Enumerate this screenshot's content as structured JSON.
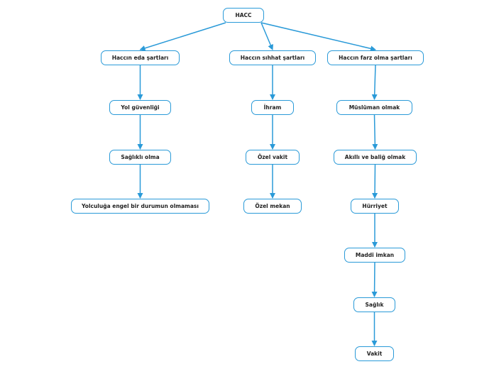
{
  "colors": {
    "accent": "#2a9ad8",
    "text": "#222222"
  },
  "nodes": {
    "root": "HACC",
    "eda": "Haccın eda şartları",
    "sihhat": "Haccın sıhhat şartları",
    "farz": "Haccın farz olma şartları",
    "yol": "Yol güvenliği",
    "saglikli": "Sağlıklı olma",
    "engel": "Yolculuğa engel bir durumun olmaması",
    "ihram": "İhram",
    "ozel_vakit": "Özel vakit",
    "ozel_mekan": "Özel mekan",
    "muslim": "Müslüman olmak",
    "akil": "Akıllı ve baliğ olmak",
    "hurriyet": "Hürriyet",
    "maddi": "Maddi imkan",
    "saglik": "Sağlık",
    "vakit": "Vakit"
  },
  "edges": [
    [
      "root",
      "eda"
    ],
    [
      "root",
      "sihhat"
    ],
    [
      "root",
      "farz"
    ],
    [
      "eda",
      "yol"
    ],
    [
      "yol",
      "saglikli"
    ],
    [
      "saglikli",
      "engel"
    ],
    [
      "sihhat",
      "ihram"
    ],
    [
      "ihram",
      "ozel_vakit"
    ],
    [
      "ozel_vakit",
      "ozel_mekan"
    ],
    [
      "farz",
      "muslim"
    ],
    [
      "muslim",
      "akil"
    ],
    [
      "akil",
      "hurriyet"
    ],
    [
      "hurriyet",
      "maddi"
    ],
    [
      "maddi",
      "saglik"
    ],
    [
      "saglik",
      "vakit"
    ]
  ]
}
